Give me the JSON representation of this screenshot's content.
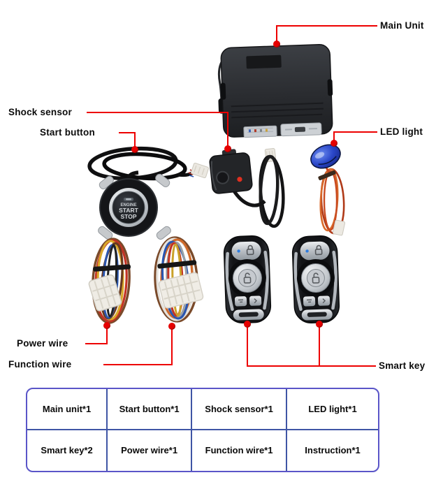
{
  "labels": {
    "main_unit": "Main Unit",
    "shock_sensor": "Shock sensor",
    "start_button": "Start button",
    "led_light": "LED light",
    "power_wire": "Power wire",
    "function_wire": "Function wire",
    "smart_key": "Smart key"
  },
  "start_button_text": {
    "line1": "ENGINE",
    "line2": "START",
    "line3": "STOP"
  },
  "table": {
    "rows": [
      [
        "Main unit*1",
        "Start button*1",
        "Shock sensor*1",
        "LED light*1"
      ],
      [
        "Smart key*2",
        "Power wire*1",
        "Function wire*1",
        "Instruction*1"
      ]
    ]
  },
  "colors": {
    "callout_line": "#ed0000",
    "callout_dot": "#e60000",
    "label_text": "#0b0b0b",
    "table_border_outer": "#5a55c8",
    "table_border_inner": "#3f55a5",
    "led_blue": "#2a46c8"
  }
}
